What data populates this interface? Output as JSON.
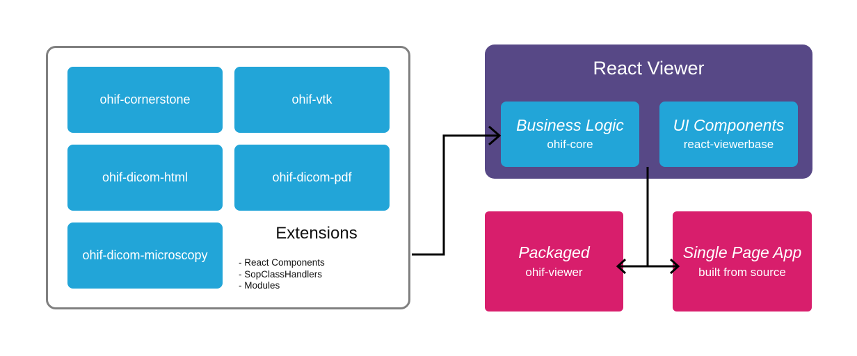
{
  "extensions": {
    "title": "Extensions",
    "boxes": [
      "ohif-cornerstone",
      "ohif-vtk",
      "ohif-dicom-html",
      "ohif-dicom-pdf",
      "ohif-dicom-microscopy"
    ],
    "features": [
      "- React Components",
      "- SopClassHandlers",
      "- Modules"
    ]
  },
  "viewer": {
    "title": "React Viewer",
    "business_logic": {
      "heading": "Business Logic",
      "package": "ohif-core"
    },
    "ui_components": {
      "heading": "UI Components",
      "package": "react-viewerbase"
    }
  },
  "packaged": {
    "heading": "Packaged",
    "package": "ohif-viewer"
  },
  "spa": {
    "heading": "Single Page App",
    "package": "built from source"
  },
  "colors": {
    "extension_box": "#22a5d8",
    "viewer_panel": "#574886",
    "deploy_box": "#d81e6c",
    "panel_border": "#808080"
  }
}
